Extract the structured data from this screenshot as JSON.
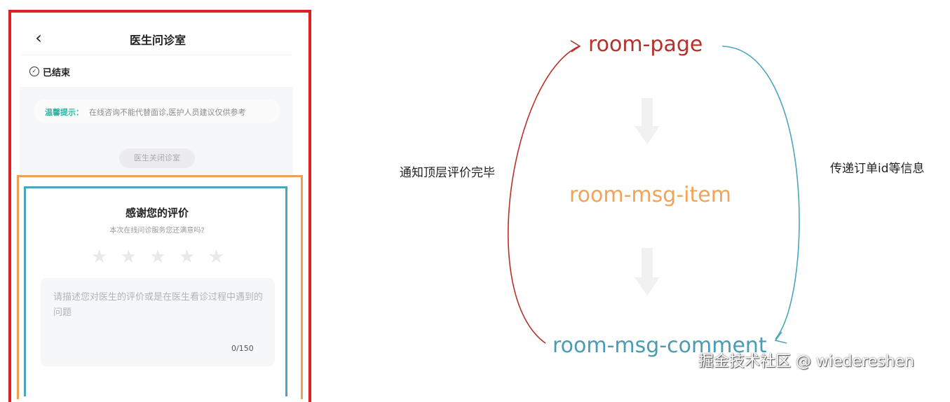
{
  "phone": {
    "nav_back": "‹",
    "title": "医生问诊室",
    "status_icon": "check-circle-icon",
    "status": "已结束",
    "tip_label": "温馨提示：",
    "tip_text": "在线咨询不能代替面诊,医护人员建议仅供参考",
    "closed_notice": "医生关闭诊室",
    "evaluation": {
      "title": "感谢您的评价",
      "subtitle": "本次在线问诊服务您还满意吗?",
      "star_count": 5,
      "rating": 0,
      "placeholder": "请描述您对医生的评价或是在医生看诊过程中遇到的问题",
      "counter": "0/150"
    }
  },
  "diagram": {
    "nodes": {
      "page": "room-page",
      "item": "room-msg-item",
      "comment": "room-msg-comment"
    },
    "left_label": "通知顶层评价完毕",
    "right_label": "传递订单id等信息",
    "colors": {
      "page": "#b3322a",
      "item": "#f0a45a",
      "comment": "#4a9cb5",
      "frame_red": "#e02020",
      "frame_orange": "#f0a050",
      "frame_teal": "#4aa6bf"
    }
  },
  "watermark": "掘金技术社区 @ wiedereshen"
}
